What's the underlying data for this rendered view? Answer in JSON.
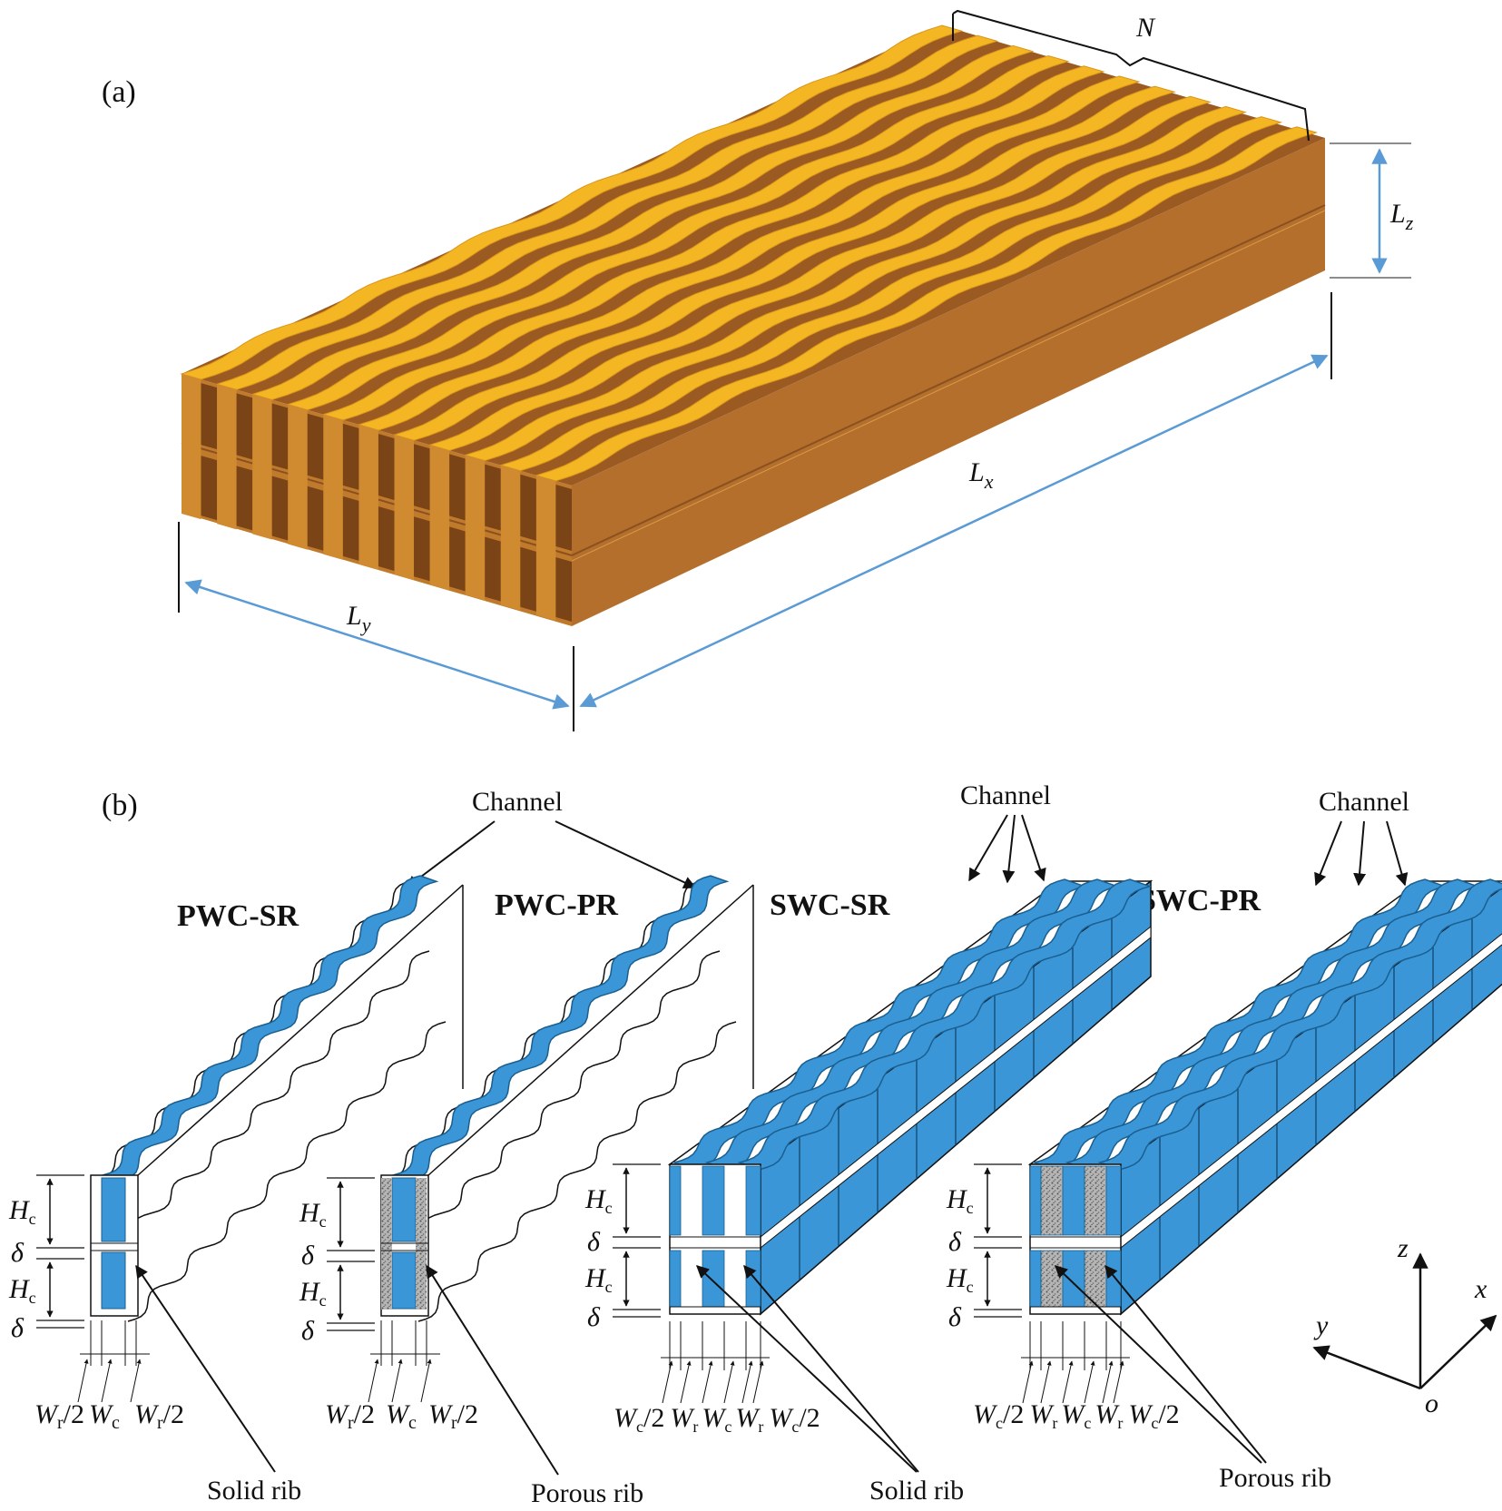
{
  "panel_a": {
    "label": "(a)",
    "dim_N": "N",
    "dim_Lz": "L",
    "dim_Lz_sub": "z",
    "dim_Lx": "L",
    "dim_Lx_sub": "x",
    "dim_Ly": "L",
    "dim_Ly_sub": "y"
  },
  "panel_b": {
    "label": "(b)",
    "models": [
      {
        "name": "PWC-SR",
        "top_label": "Channel",
        "bottom_label": "Solid rib",
        "widths": [
          "W",
          "r",
          "/2",
          "W",
          "c",
          "W",
          "r",
          "/2"
        ]
      },
      {
        "name": "PWC-PR",
        "bottom_label": "Porous rib",
        "widths": [
          "W",
          "r",
          "/2",
          "W",
          "c",
          "W",
          "r",
          "/2"
        ]
      },
      {
        "name": "SWC-SR",
        "top_label": "Channel",
        "bottom_label": "Solid rib",
        "widths": [
          "W",
          "c",
          "/2",
          "W",
          "r",
          "W",
          "c",
          "W",
          "r",
          "W",
          "c",
          "/2"
        ]
      },
      {
        "name": "SWC-PR",
        "top_label": "Channel",
        "bottom_label": "Porous rib",
        "widths": [
          "W",
          "c",
          "/2",
          "W",
          "r",
          "W",
          "c",
          "W",
          "r",
          "W",
          "c",
          "/2"
        ]
      }
    ],
    "height_labels": {
      "Hc": "H",
      "Hc_sub": "c",
      "delta": "δ"
    },
    "axes": {
      "z": "z",
      "x": "x",
      "y": "y",
      "o": "o"
    }
  },
  "colors": {
    "fin_top": "#f5b623",
    "block_side": "#b8722c",
    "block_front": "#c9822f",
    "channel_blue": "#3a96d6",
    "arrow_blue": "#5b9bd5",
    "porous_gray": "#9a9a9a"
  }
}
